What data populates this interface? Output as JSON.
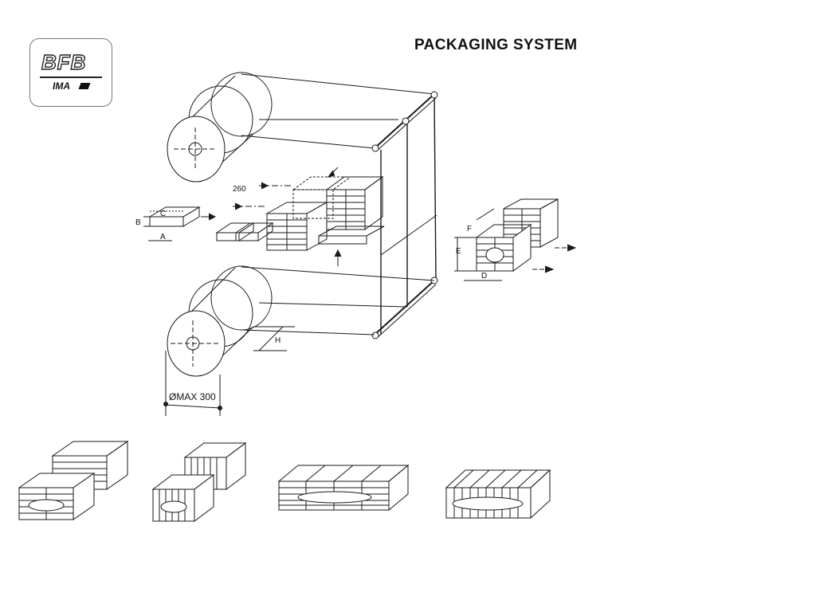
{
  "header": {
    "title": "PACKAGING SYSTEM"
  },
  "logo": {
    "brand": "BFB",
    "sub_brand": "IMA"
  },
  "dimension_labels": {
    "length_260": "260",
    "a": "A",
    "b": "B",
    "c": "C",
    "d": "D",
    "e": "E",
    "f": "F",
    "h": "H",
    "roll_diameter": "ØMAX 300"
  },
  "colors": {
    "line": "#1a1a1a",
    "background": "#ffffff"
  }
}
